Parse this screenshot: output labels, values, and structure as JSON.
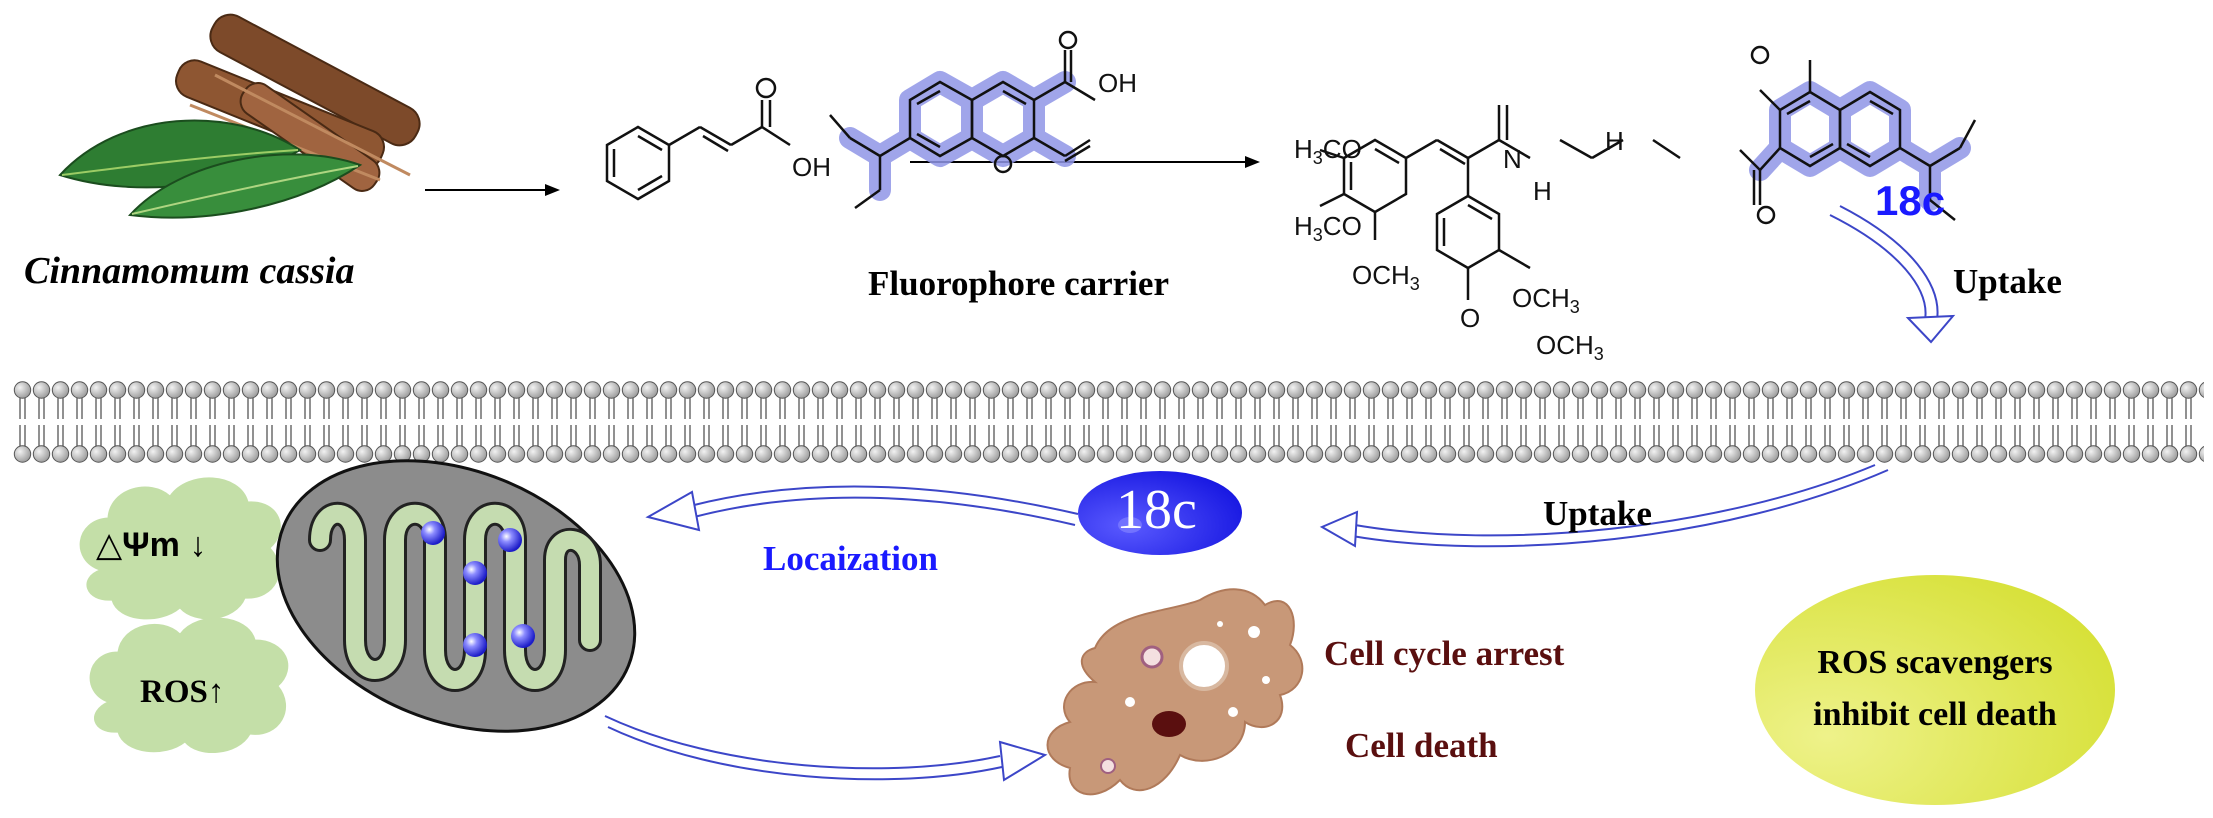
{
  "source": {
    "name": "Cinnamomum cassia"
  },
  "carrier_label": "Fluorophore carrier",
  "compound": {
    "id": "18c",
    "groups": {
      "h3co_top": "H3CO",
      "h3co_mid": "H3CO",
      "och3_left": "OCH3",
      "och3_right": "OCH3",
      "och3_bottom": "OCH3",
      "oh": "OH",
      "cooh_oh": "OH",
      "n_atom": "N",
      "nh_a": "H",
      "nh_b": "H",
      "o": "O"
    }
  },
  "uptake_top": "Uptake",
  "uptake_mid": "Uptake",
  "badge_label": "18c",
  "localization_label": "Locaization",
  "membrane_potential": "△Ψm ↓",
  "ros_up": "ROS↑",
  "cell_effects": {
    "arrest": "Cell cycle arrest",
    "death": "Cell death"
  },
  "scavenger_note": {
    "line1": "ROS scavengers",
    "line2": "inhibit cell death"
  },
  "colors": {
    "accent_blue": "#1a1aff",
    "fluorophore_halo": "#8f95e6",
    "arrow_blue": "#3c46c8",
    "cloud_green": "#c4dfa8",
    "ellipse_yellow": "#dde640",
    "cell_brown": "#c89878",
    "dark_red": "#5a0f0f",
    "membrane_gray": "#a9a9a9",
    "mito_gray": "#8c8c8c",
    "cristae_green": "#c5dcb0"
  },
  "icons": [
    "cinnamon-bark-icon",
    "leaf-icon",
    "mitochondrion-icon",
    "cell-icon",
    "blue-sphere-icon"
  ]
}
